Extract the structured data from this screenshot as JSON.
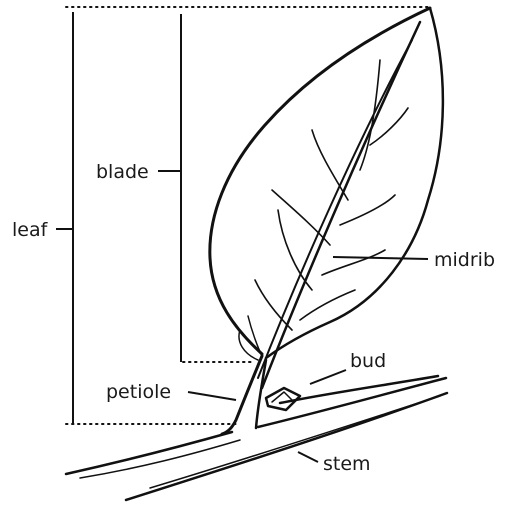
{
  "labels": {
    "leaf": "leaf",
    "blade": "blade",
    "midrib": "midrib",
    "bud": "bud",
    "petiole": "petiole",
    "stem": "stem"
  }
}
